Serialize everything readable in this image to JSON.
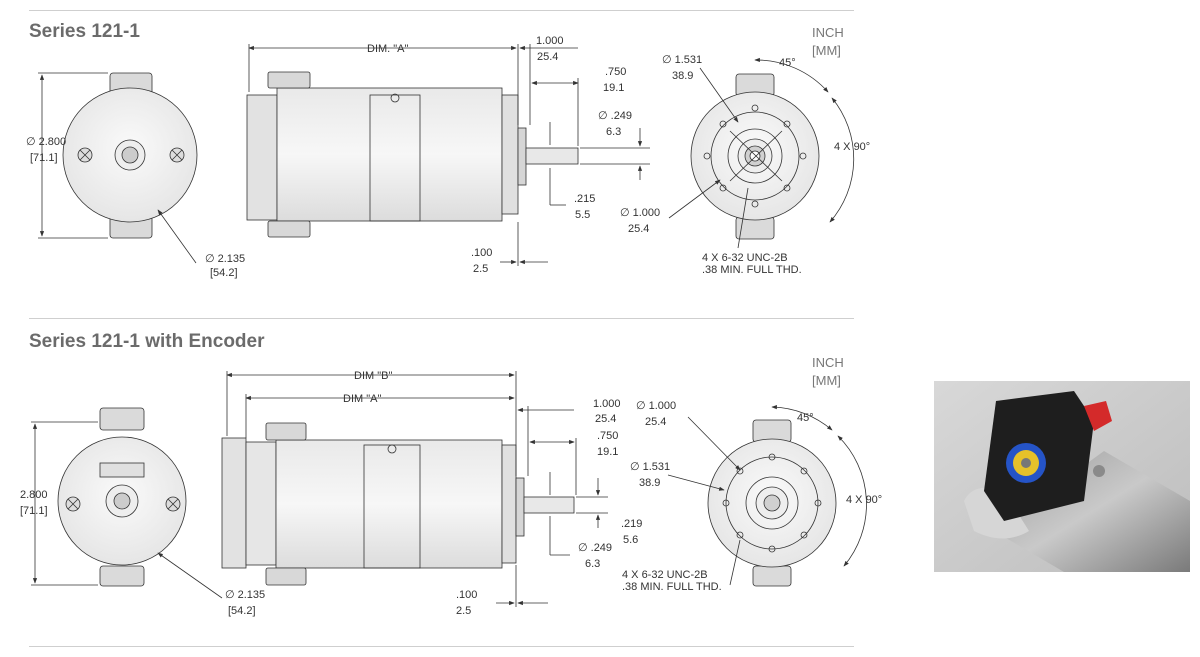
{
  "sections": [
    {
      "title": "Series 121-1",
      "units": {
        "inch": "INCH",
        "mm": "[MM]"
      },
      "front": {
        "dia_in": "∅ 2.800",
        "dia_mm": "[71.1]",
        "hub_in": "∅ 2.135",
        "hub_mm": "[54.2]"
      },
      "side": {
        "dim_a": "DIM. \"A\"",
        "len_in": "1.000",
        "len_mm": "25.4",
        "shaft_in": ".750",
        "shaft_mm": "19.1",
        "shaftdia_in": "∅ .249",
        "shaftdia_mm": "6.3",
        "flat_in": ".215",
        "flat_mm": "5.5",
        "pilot_in": ".100",
        "pilot_mm": "2.5"
      },
      "face": {
        "bc_in": "∅ 1.531",
        "bc_mm": "38.9",
        "angle": "45°",
        "spacing": "4 X 90°",
        "pilotdia_in": "∅ 1.000",
        "pilotdia_mm": "25.4",
        "thread1": "4 X 6-32 UNC-2B",
        "thread2": ".38 MIN. FULL THD."
      }
    },
    {
      "title": "Series 121-1 with Encoder",
      "units": {
        "inch": "INCH",
        "mm": "[MM]"
      },
      "front": {
        "dia_in": "2.800",
        "dia_mm": "[71.1]",
        "hub_in": "∅ 2.135",
        "hub_mm": "[54.2]"
      },
      "side": {
        "dim_b": "DIM \"B\"",
        "dim_a": "DIM \"A\"",
        "len_in": "1.000",
        "len_mm": "25.4",
        "shaft_in": ".750",
        "shaft_mm": "19.1",
        "flat_in": ".219",
        "flat_mm": "5.6",
        "shaftdia_in": "∅ .249",
        "shaftdia_mm": "6.3",
        "pilot_in": ".100",
        "pilot_mm": "2.5"
      },
      "face": {
        "pilotdia_in": "∅ 1.000",
        "pilotdia_mm": "25.4",
        "angle": "45°",
        "bc_in": "∅ 1.531",
        "bc_mm": "38.9",
        "spacing": "4 X 90°",
        "thread1": "4 X 6-32 UNC-2B",
        "thread2": ".38 MIN. FULL THD."
      }
    }
  ],
  "photo": {
    "icon": "encoder-motor-photo"
  }
}
